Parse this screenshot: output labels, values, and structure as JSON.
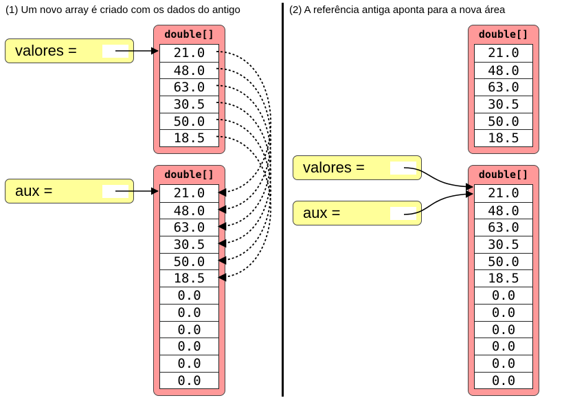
{
  "panel1": {
    "caption": "(1) Um novo array é criado com os dados do antigo",
    "valores_label": "valores =",
    "aux_label": "aux =",
    "old_array": {
      "type_label": "double[]",
      "values": [
        "21.0",
        "48.0",
        "63.0",
        "30.5",
        "50.0",
        "18.5"
      ]
    },
    "new_array": {
      "type_label": "double[]",
      "values": [
        "21.0",
        "48.0",
        "63.0",
        "30.5",
        "50.0",
        "18.5",
        "0.0",
        "0.0",
        "0.0",
        "0.0",
        "0.0",
        "0.0"
      ]
    }
  },
  "panel2": {
    "caption": "(2) A referência antiga aponta para a nova área",
    "valores_label": "valores =",
    "aux_label": "aux =",
    "old_array": {
      "type_label": "double[]",
      "values": [
        "21.0",
        "48.0",
        "63.0",
        "30.5",
        "50.0",
        "18.5"
      ]
    },
    "new_array": {
      "type_label": "double[]",
      "values": [
        "21.0",
        "48.0",
        "63.0",
        "30.5",
        "50.0",
        "18.5",
        "0.0",
        "0.0",
        "0.0",
        "0.0",
        "0.0",
        "0.0"
      ]
    }
  },
  "colors": {
    "variable_fill": "#ffff99",
    "array_fill": "#ff9999",
    "cell_fill": "#ffffff",
    "line": "#000000"
  }
}
